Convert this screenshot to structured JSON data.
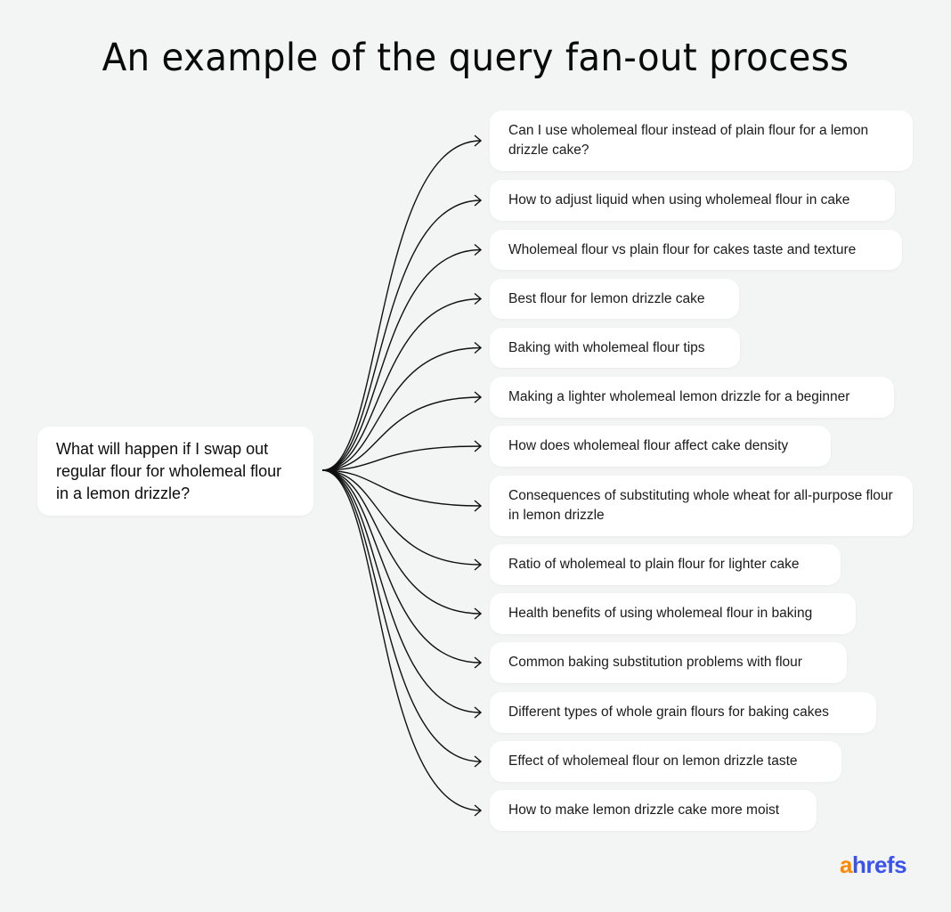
{
  "title": "An example of the query fan-out process",
  "source_query": "What will happen if I swap out regular flour for wholemeal flour in a lemon drizzle?",
  "fan_out_queries": [
    "Can I use wholemeal flour instead of plain flour for a lemon drizzle cake?",
    "How to adjust liquid when using wholemeal flour in cake",
    "Wholemeal flour vs plain flour for cakes taste and texture",
    "Best flour for lemon drizzle cake",
    "Baking with wholemeal flour tips",
    "Making a lighter wholemeal lemon drizzle for a beginner",
    "How does wholemeal flour affect cake density",
    "Consequences of substituting whole wheat for all-purpose flour in lemon drizzle",
    "Ratio of wholemeal to plain flour for lighter cake",
    "Health benefits of using wholemeal flour in baking",
    "Common baking substitution problems with flour",
    "Different types of whole grain flours for baking cakes",
    "Effect of wholemeal flour on lemon drizzle taste",
    "How to make lemon drizzle cake more moist"
  ],
  "logo": {
    "first": "a",
    "rest": "hrefs"
  },
  "colors": {
    "logo_orange": "#ff8800",
    "logo_blue": "#3a52ee",
    "background": "#f3f4f4",
    "arrow": "#111111"
  }
}
